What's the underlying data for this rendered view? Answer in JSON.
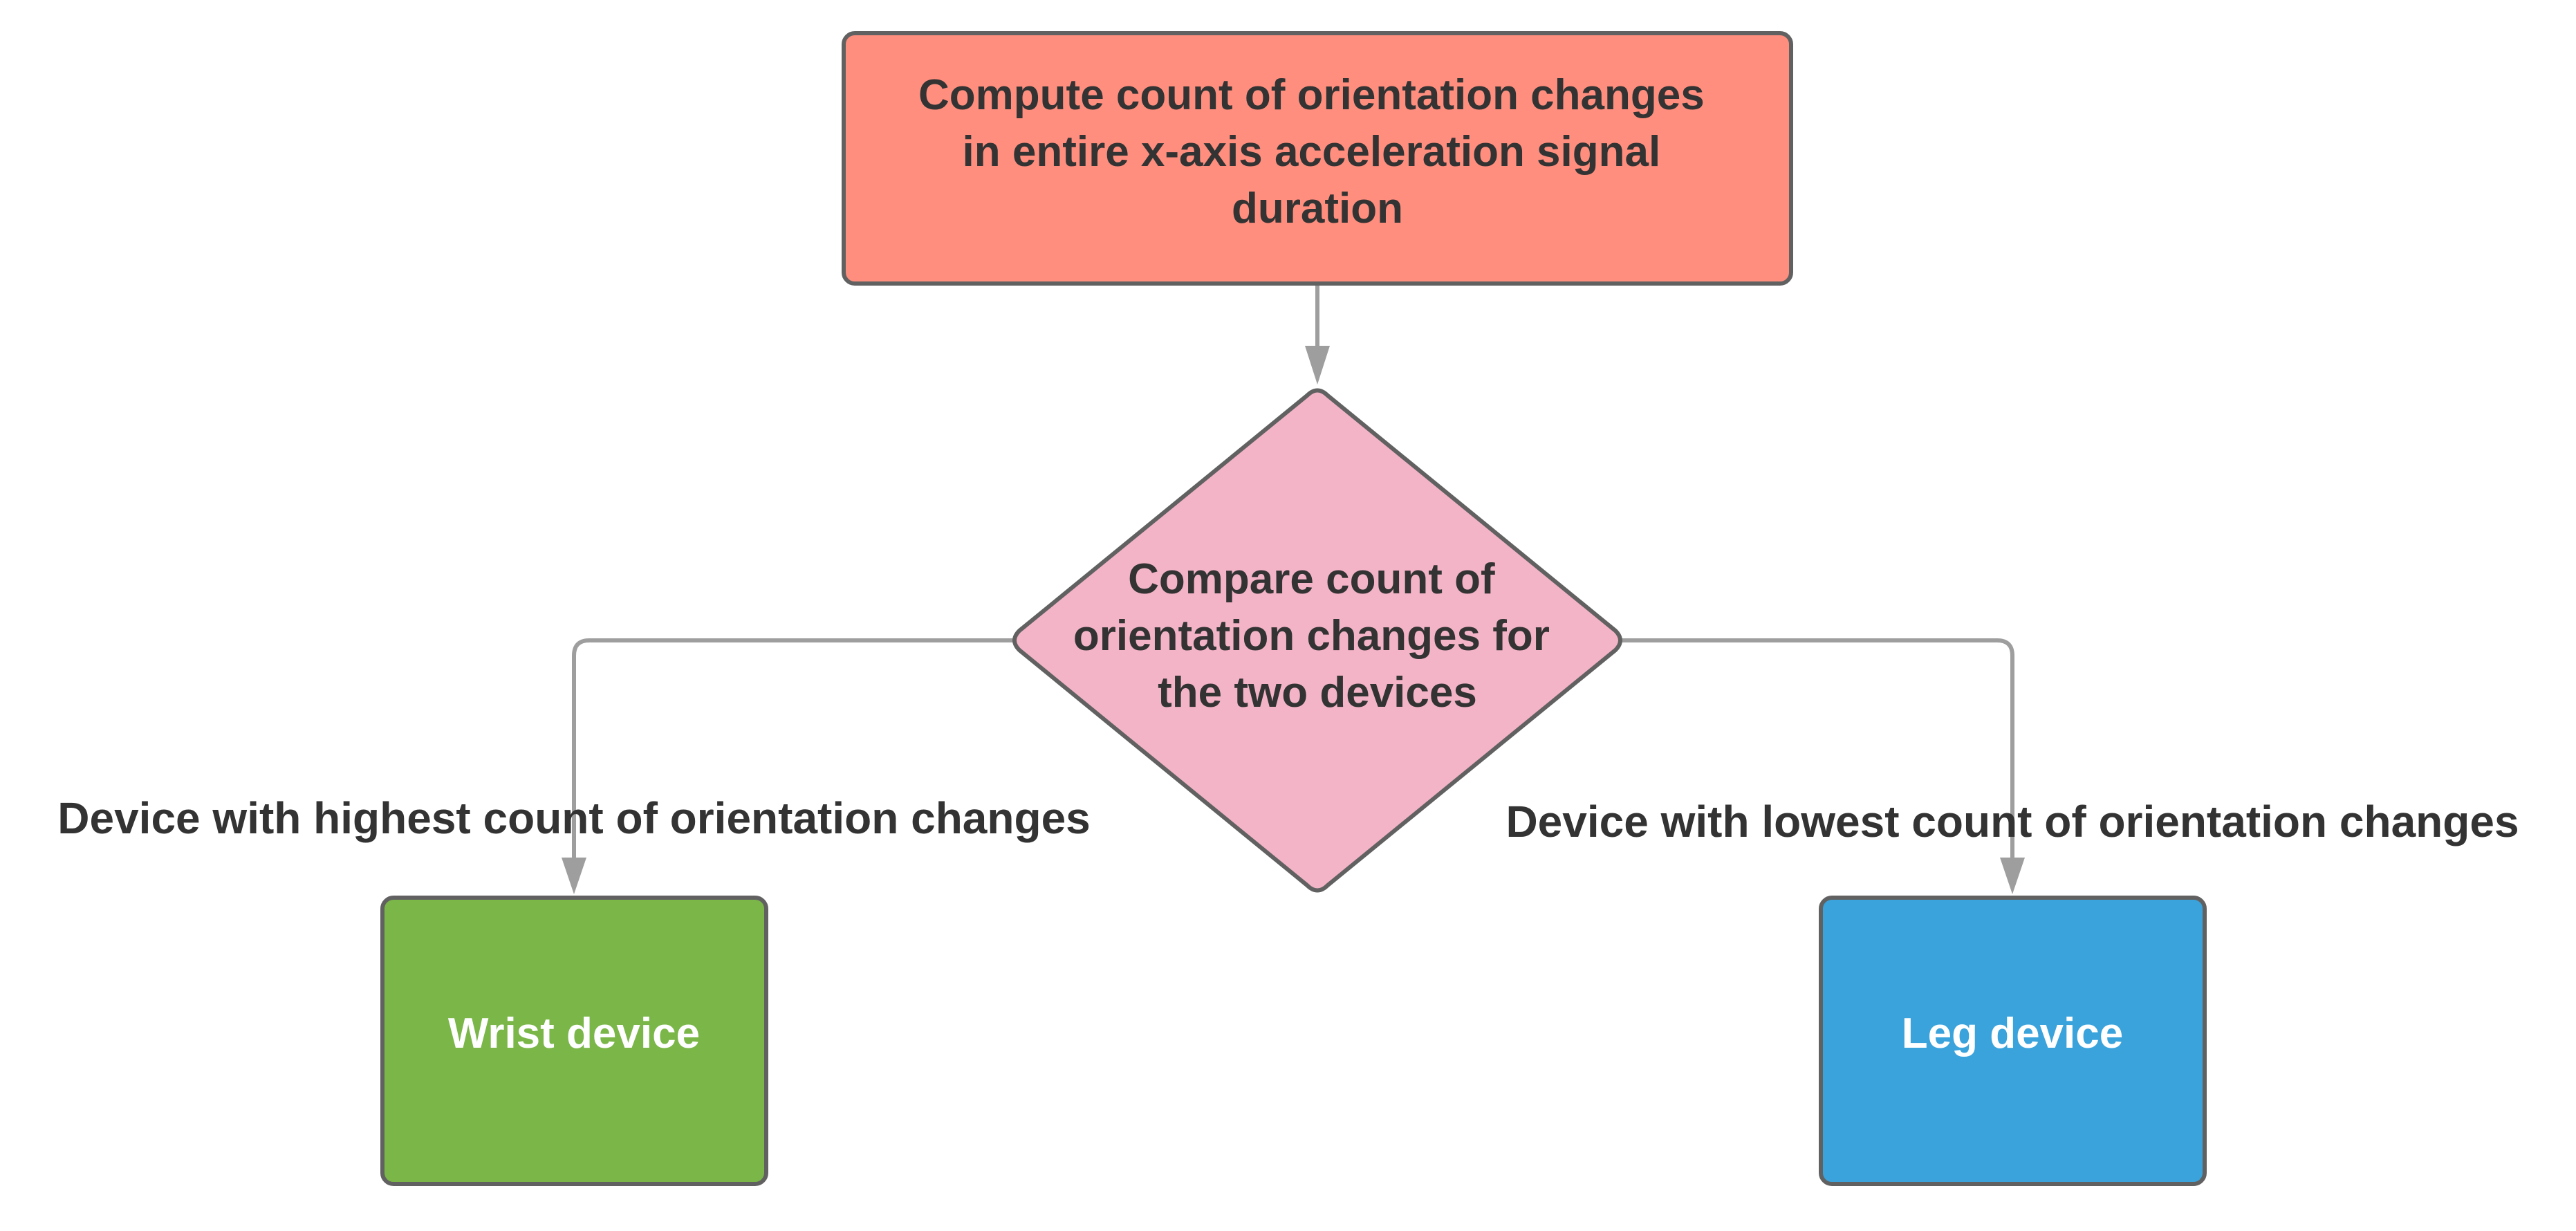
{
  "nodes": {
    "compute": {
      "lines": [
        "Compute count of orientation changes",
        "in entire x-axis acceleration signal",
        "duration"
      ],
      "fill": "#FF8E7E"
    },
    "compare": {
      "lines": [
        "Compare count of",
        "orientation changes for",
        "the two devices"
      ],
      "fill": "#F4B4C8"
    },
    "wrist": {
      "label": "Wrist device",
      "fill": "#7AB648"
    },
    "leg": {
      "label": "Leg device",
      "fill": "#3AA3DC"
    }
  },
  "edges": {
    "highest_label": "Device with highest count of orientation changes",
    "lowest_label": "Device with lowest count of orientation changes"
  },
  "colors": {
    "stroke": "#616161",
    "connector": "#9E9E9E",
    "text_dark": "#333333",
    "text_light": "#FFFFFF"
  }
}
